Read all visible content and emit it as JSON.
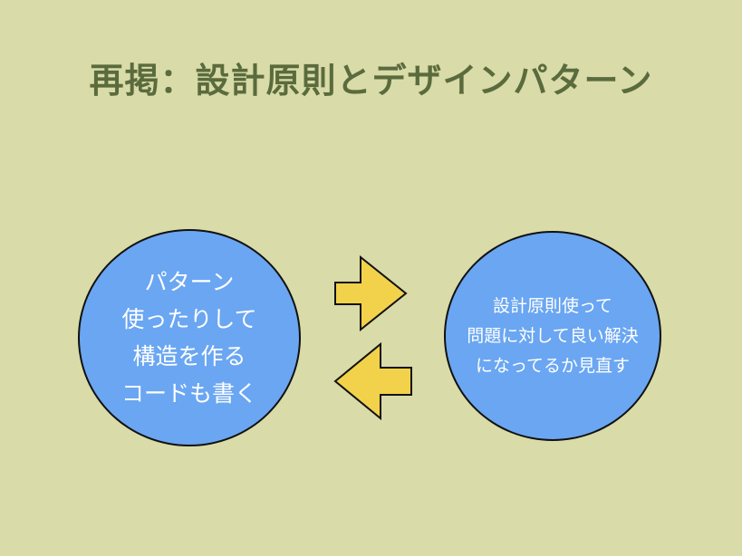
{
  "title": "再掲：設計原則とデザインパターン",
  "left_circle": {
    "lines": [
      "パターン",
      "使ったりして",
      "構造を作る",
      "コードも書く"
    ]
  },
  "right_circle": {
    "lines": [
      "設計原則使って",
      "問題に対して良い解決",
      "になってるか見直す"
    ]
  },
  "colors": {
    "background": "#d9dba8",
    "title": "#5a6b3d",
    "circle_fill": "#6aa6f2",
    "arrow_fill": "#f2d24a"
  }
}
